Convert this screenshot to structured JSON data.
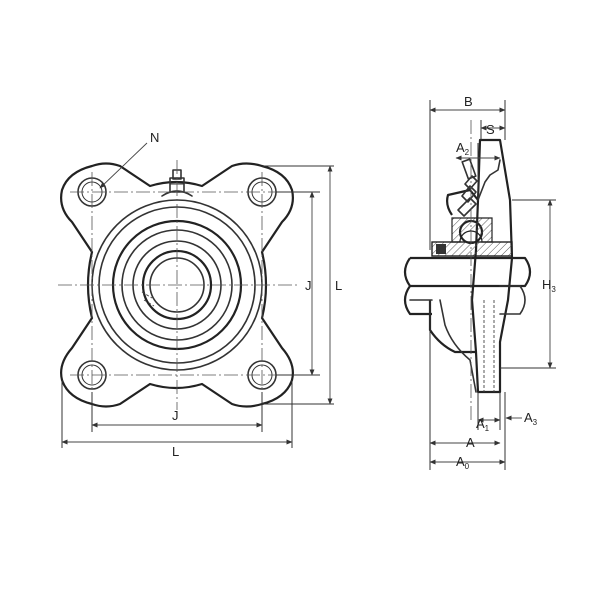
{
  "front_view": {
    "label_n": "N",
    "label_j_horizontal": "J",
    "label_l_horizontal": "L",
    "label_j_vertical": "J",
    "label_l_vertical": "L"
  },
  "side_view": {
    "label_b": "B",
    "label_s": "S",
    "label_a2": "A",
    "label_a2_sub": "2",
    "label_h3": "H",
    "label_h3_sub": "3",
    "label_a1": "A",
    "label_a1_sub": "1",
    "label_a3": "A",
    "label_a3_sub": "3",
    "label_a": "A",
    "label_a0": "A",
    "label_a0_sub": "0"
  }
}
